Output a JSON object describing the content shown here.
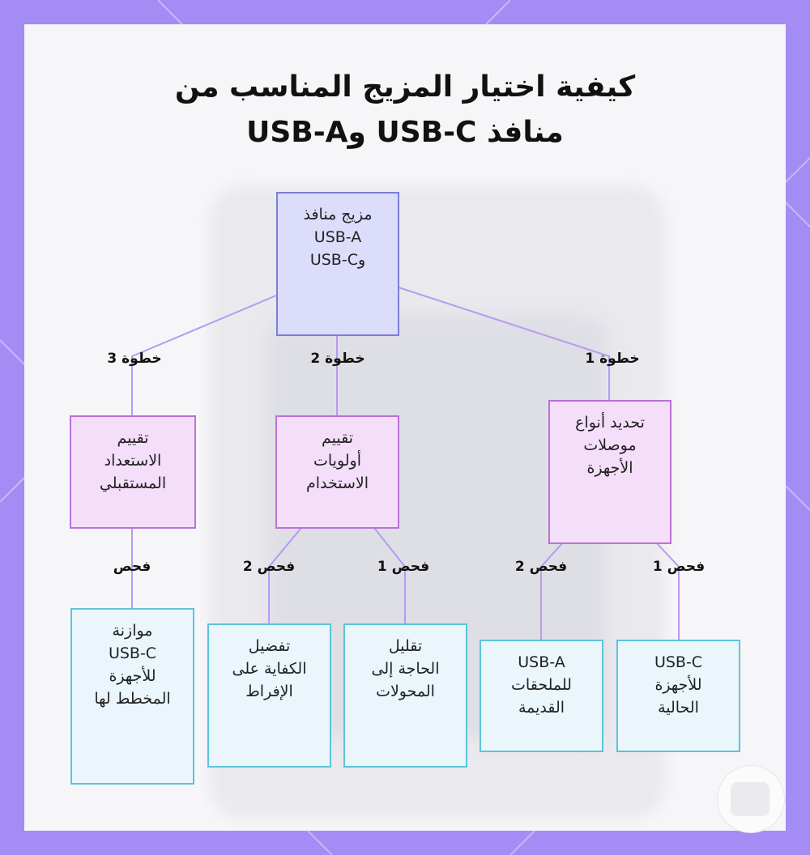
{
  "title": {
    "line1": "كيفية اختيار المزيج المناسب من",
    "line2": "منافذ USB-C وUSB-A"
  },
  "nodes": {
    "root": "مزيج منافذ\nUSB-A\nوUSB-C",
    "step1": "تحديد أنواع\nموصلات\nالأجهزة",
    "step2": "تقييم\nأولويات\nالاستخدام",
    "step3": "تقييم\nالاستعداد\nالمستقبلي",
    "leaf_usbc_current": "USB-C\nللأجهزة\nالحالية",
    "leaf_usba_old": "USB-A\nللملحقات\nالقديمة",
    "leaf_less_adapters": "تقليل\nالحاجة إلى\nالمحولات",
    "leaf_prefer_sufficiency": "تفضيل\nالكفاية على\nالإفراط",
    "leaf_balance_usbc": "موازنة\nUSB-C\nللأجهزة\nالمخطط لها"
  },
  "edge_labels": {
    "step1": "خطوة 1",
    "step2": "خطوة 2",
    "step3": "خطوة 3",
    "s1_check1": "فحص 1",
    "s1_check2": "فحص 2",
    "s2_check1": "فحص 1",
    "s2_check2": "فحص 2",
    "s3_check": "فحص"
  },
  "colors": {
    "frame": "#a38cf4",
    "edge": "#b79af0",
    "root_fill": "#dcdcfb",
    "mid_fill": "#f4defa",
    "leaf_fill": "#eaf6fc"
  }
}
